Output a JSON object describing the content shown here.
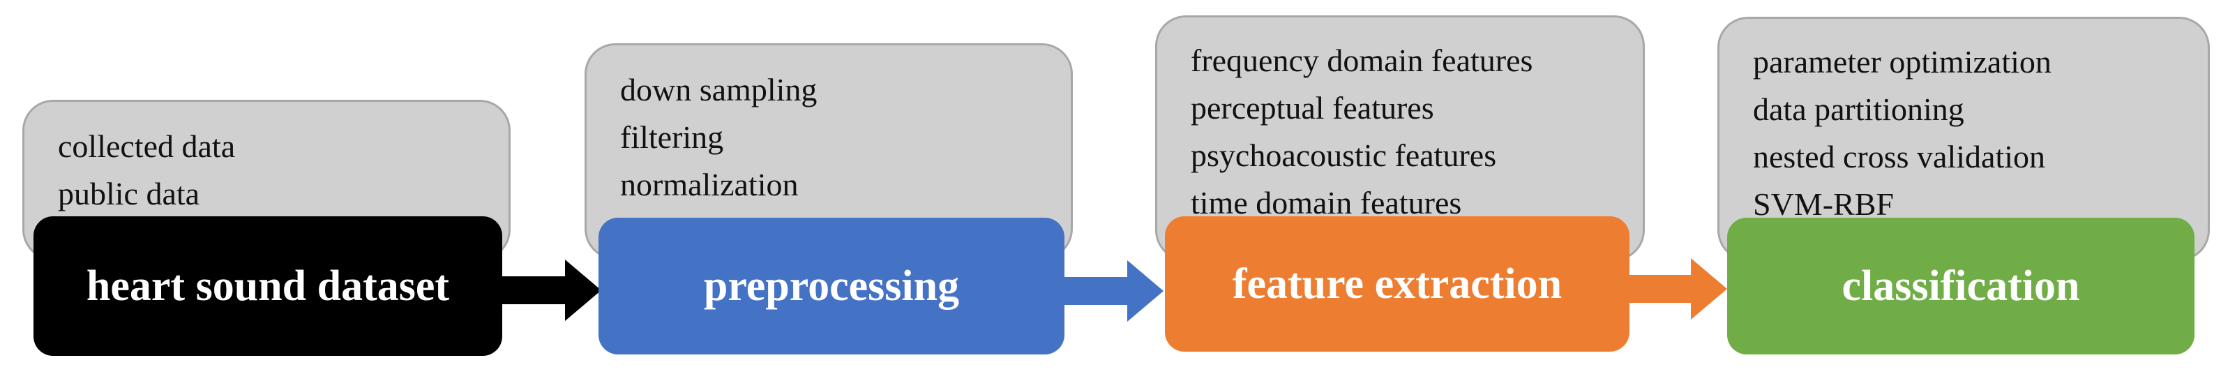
{
  "stages": [
    {
      "label": "heart sound dataset",
      "color": "#000000",
      "details": [
        "collected data",
        "public data"
      ]
    },
    {
      "label": "preprocessing",
      "color": "#4472c4",
      "details": [
        "down sampling",
        "filtering",
        "normalization"
      ]
    },
    {
      "label": "feature extraction",
      "color": "#ed7d31",
      "details": [
        "frequency domain features",
        "perceptual features",
        "psychoacoustic features",
        "time domain features"
      ]
    },
    {
      "label": "classification",
      "color": "#70ad47",
      "details": [
        "parameter optimization",
        "data partitioning",
        "nested cross validation",
        "SVM-RBF"
      ]
    }
  ],
  "colors": {
    "note_fill": "#d0d0d0",
    "note_border": "#a8a8a8",
    "arrow_1": "#000000",
    "arrow_2": "#4472c4",
    "arrow_3": "#ed7d31"
  }
}
